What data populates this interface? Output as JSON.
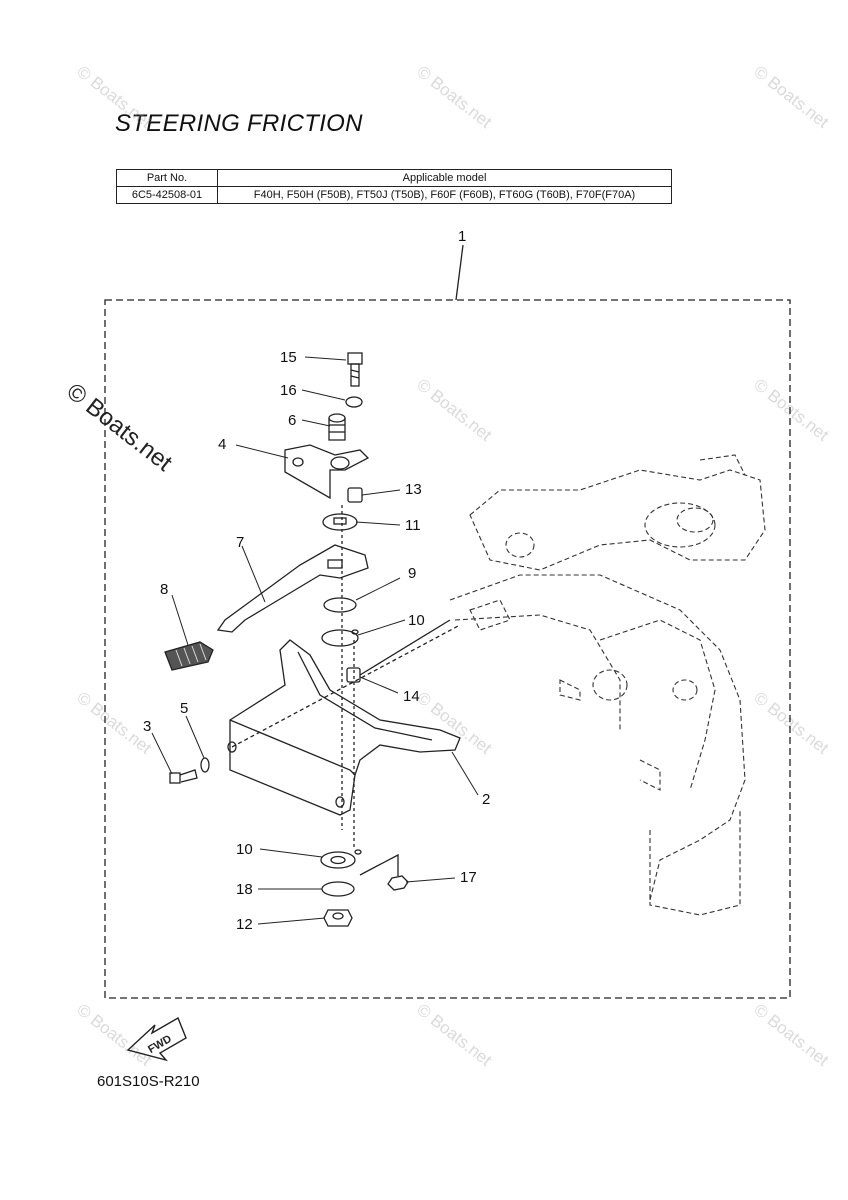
{
  "title": "STEERING FRICTION",
  "table": {
    "headers": [
      "Part No.",
      "Applicable model"
    ],
    "rows": [
      [
        "6C5-42508-01",
        "F40H, F50H (F50B), FT50J (T50B), F60F (F60B), FT60G (T60B), F70F(F70A)"
      ]
    ]
  },
  "callouts": [
    "1",
    "2",
    "3",
    "4",
    "5",
    "6",
    "7",
    "8",
    "9",
    "10",
    "10",
    "11",
    "12",
    "13",
    "14",
    "15",
    "16",
    "17",
    "18"
  ],
  "fwd_label": "FWD",
  "reference_code": "601S10S-R210",
  "watermark": "© Boats.net"
}
